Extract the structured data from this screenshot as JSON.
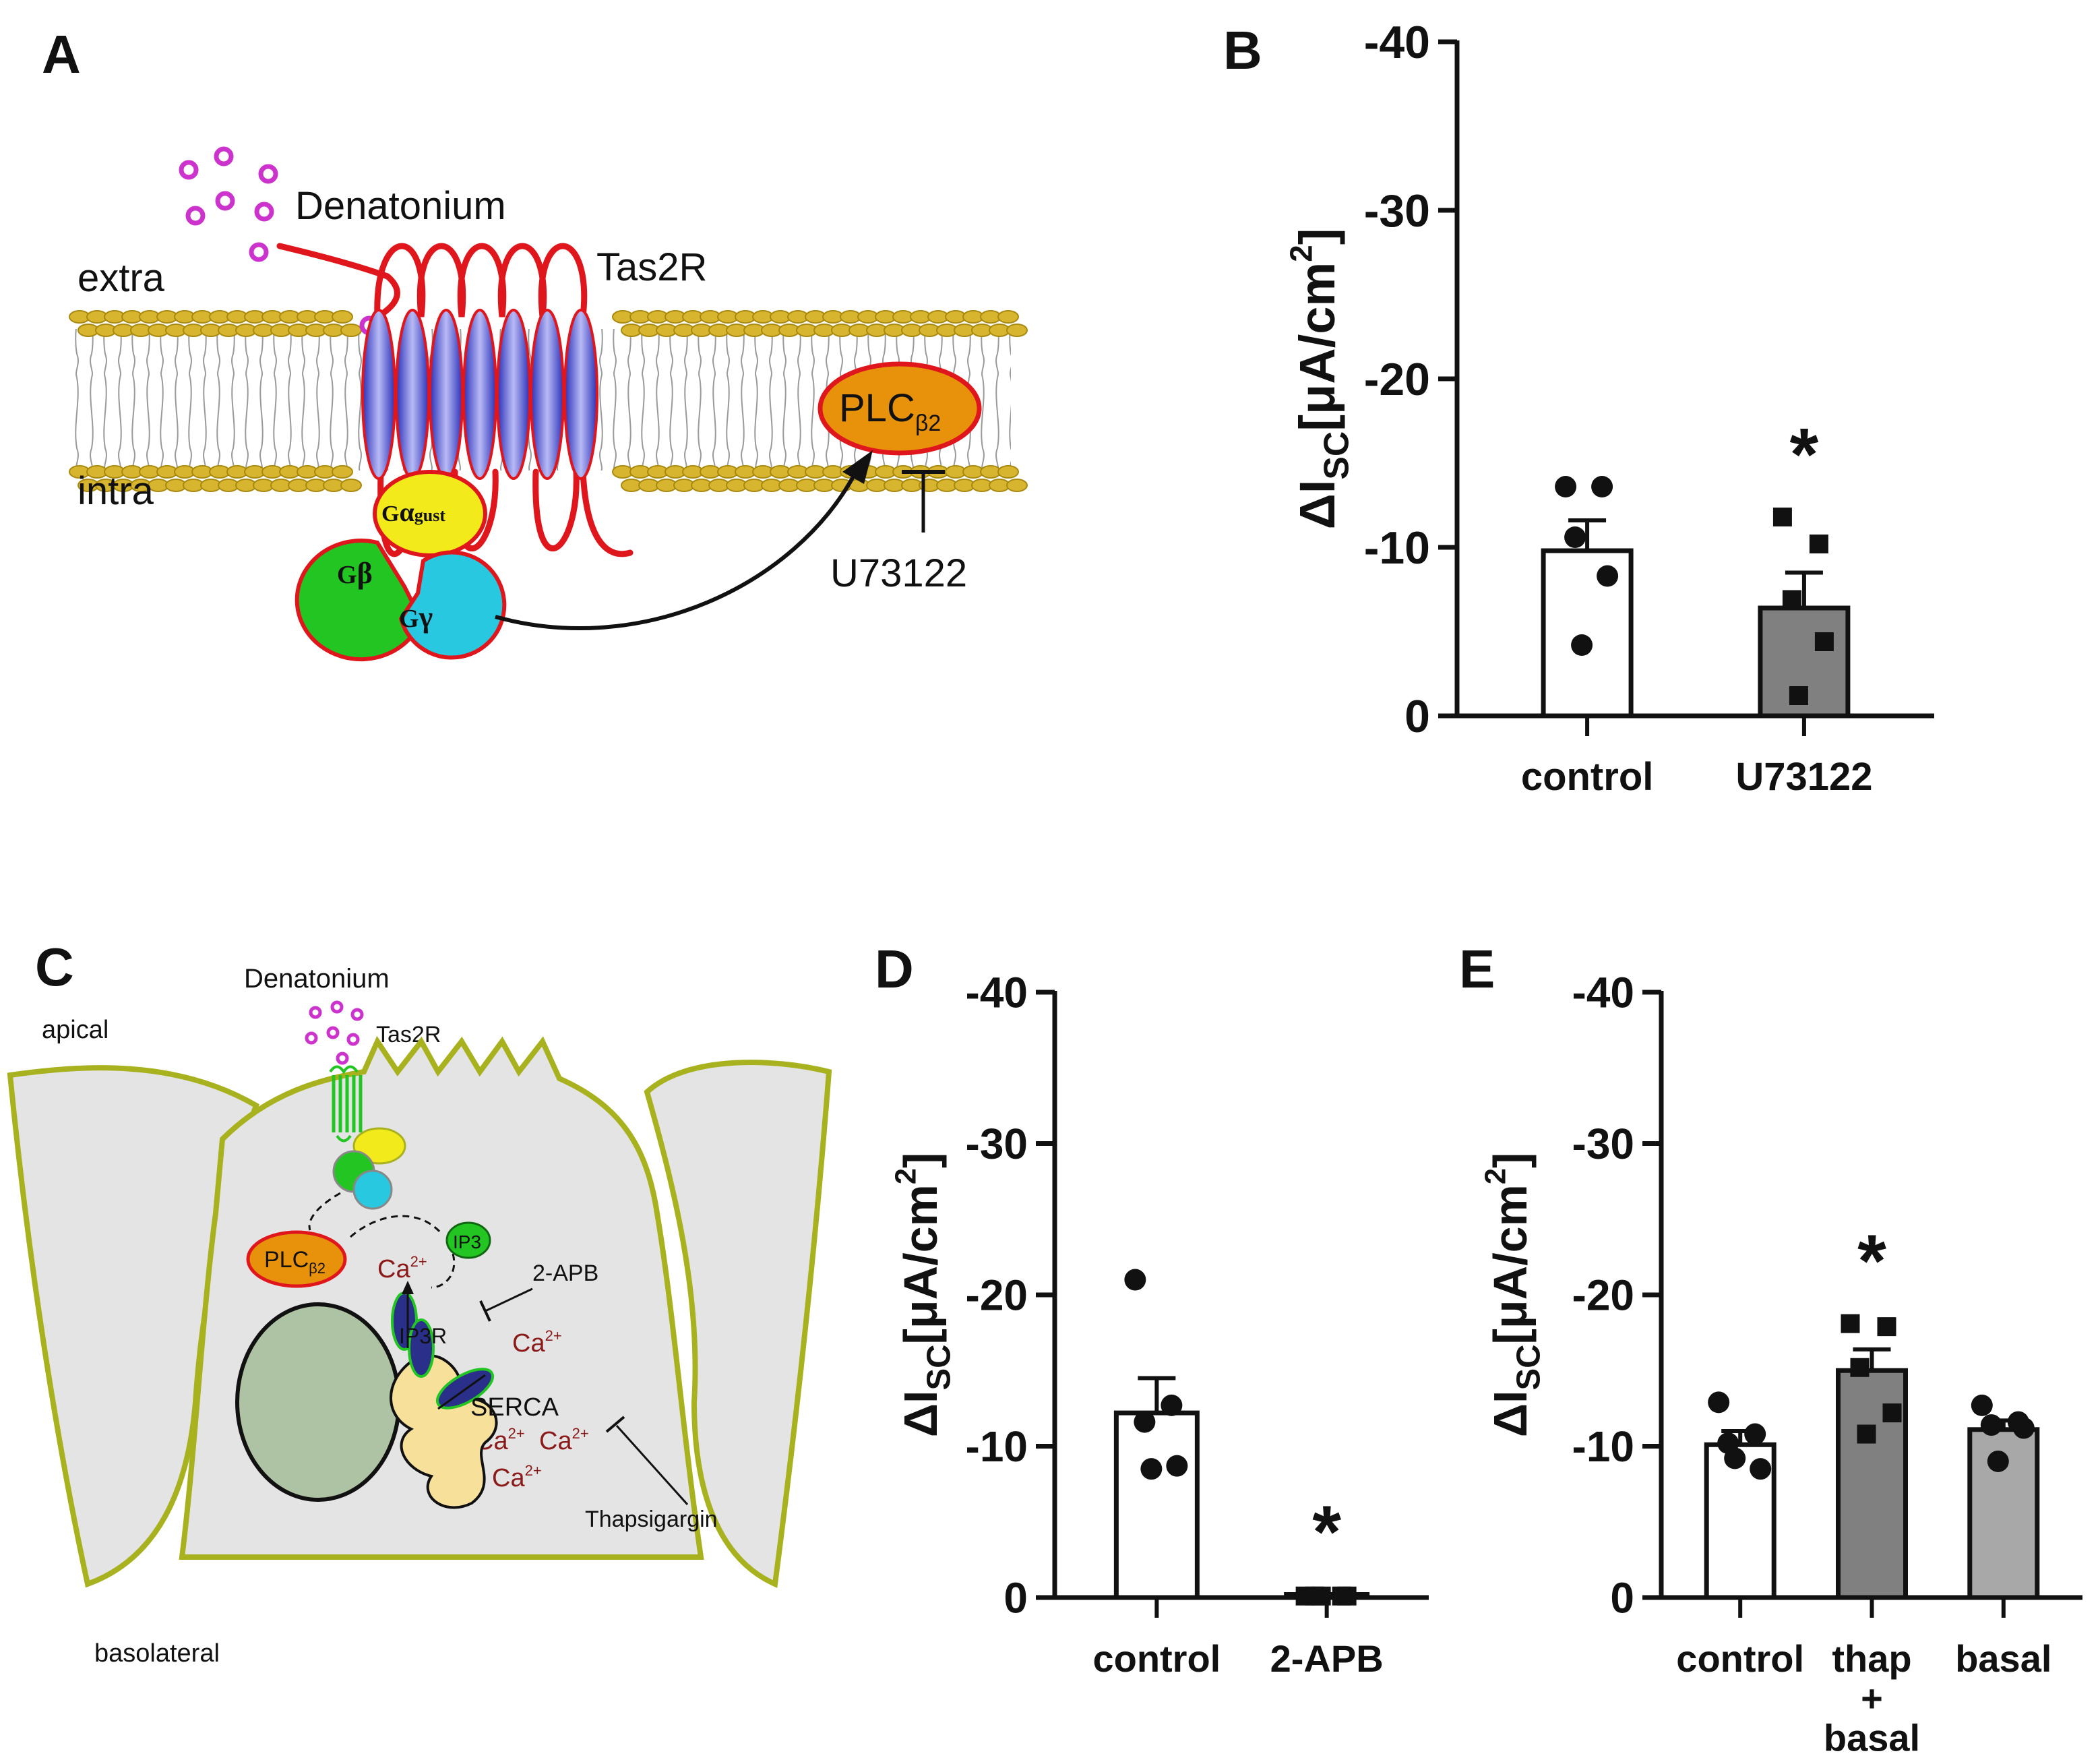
{
  "panels": {
    "A": {
      "letter": "A",
      "ligand": "Denatonium",
      "receptor": "Tas2R",
      "side_extra": "extra",
      "side_intra": "intra",
      "g_alpha": {
        "prefix": "G",
        "greek": "α",
        "sub": "gust"
      },
      "g_beta": {
        "prefix": "G",
        "greek": "β"
      },
      "g_gamma": {
        "prefix": "G",
        "greek": "γ"
      },
      "plc": {
        "main": "PLC",
        "sub": "β2"
      },
      "inhibitor": "U73122"
    },
    "C": {
      "letter": "C",
      "ligand": "Denatonium",
      "receptor": "Tas2R",
      "apical": "apical",
      "basolateral": "basolateral",
      "plc": {
        "main": "PLC",
        "sub": "β2"
      },
      "ip3": "IP3",
      "ip3r": "IP3R",
      "serca": "SERCA",
      "inhib1": "2-APB",
      "inhib2": "Thapsigargin",
      "ca": {
        "base": "Ca",
        "sup": "2+"
      }
    }
  },
  "colors": {
    "receptor": "#e0161d",
    "helix": "#5a5fd8",
    "membrane_head": "#d8b52e",
    "g_alpha": "#f2ea1a",
    "g_beta": "#22c522",
    "g_gamma": "#28c8e0",
    "plc": "#e8920c",
    "ligand": "#cc33cc",
    "cell_outline": "#a8b21e",
    "cell_fill": "#e4e4e4",
    "nucleus": "#aec3a4",
    "er": "#f7e09a",
    "calcium_text": "#8b1a1a",
    "bar_control": "#ffffff",
    "bar_dark": "#808080",
    "bar_light": "#a8a8a8"
  },
  "ylabel": {
    "delta": "Δ",
    "main": "I",
    "sub": "SC",
    "unit_open": "[μA/cm",
    "unit_sup": "2",
    "unit_close": "]"
  },
  "chart_data": [
    {
      "panel": "B",
      "type": "bar",
      "categories": [
        "control",
        "U73122"
      ],
      "values": [
        -9.8,
        -6.4
      ],
      "errors": [
        1.8,
        2.1
      ],
      "points": [
        [
          -13.6,
          -13.6,
          -10.6,
          -8.3,
          -4.2
        ],
        [
          -11.8,
          -10.2,
          -6.9,
          -4.4,
          -1.2
        ]
      ],
      "marker": [
        "circle",
        "square"
      ],
      "fill": [
        "#ffffff",
        "#808080"
      ],
      "significance": [
        "",
        "*"
      ],
      "yticks": [
        0,
        -10,
        -20,
        -30,
        -40
      ],
      "ylim": [
        0,
        -40
      ]
    },
    {
      "panel": "D",
      "type": "bar",
      "categories": [
        "control",
        "2-APB"
      ],
      "values": [
        -12.2,
        -0.2
      ],
      "errors": [
        2.3,
        0
      ],
      "points": [
        [
          -21.0,
          -12.7,
          -11.6,
          -8.7,
          -8.5
        ],
        [
          -0.1,
          -0.1,
          -0.1,
          -0.1,
          -0.1
        ]
      ],
      "marker": [
        "circle",
        "square"
      ],
      "fill": [
        "#ffffff",
        "#808080"
      ],
      "significance": [
        "",
        "*"
      ],
      "yticks": [
        0,
        -10,
        -20,
        -30,
        -40
      ],
      "ylim": [
        0,
        -40
      ]
    },
    {
      "panel": "E",
      "type": "bar",
      "categories": [
        "control",
        "thap\n+\nbasal",
        "basal"
      ],
      "values": [
        -10.1,
        -15.0,
        -11.1
      ],
      "errors": [
        0.9,
        1.4,
        0.6
      ],
      "points": [
        [
          -12.9,
          -10.8,
          -10.2,
          -8.5,
          -9.2
        ],
        [
          -18.1,
          -17.9,
          -15.2,
          -12.2,
          -10.8
        ],
        [
          -12.7,
          -11.6,
          -11.4,
          -11.2,
          -9.0
        ]
      ],
      "marker": [
        "circle",
        "square",
        "circle"
      ],
      "fill": [
        "#ffffff",
        "#808080",
        "#a8a8a8"
      ],
      "significance": [
        "",
        "*",
        ""
      ],
      "yticks": [
        0,
        -10,
        -20,
        -30,
        -40
      ],
      "ylim": [
        0,
        -40
      ]
    }
  ]
}
